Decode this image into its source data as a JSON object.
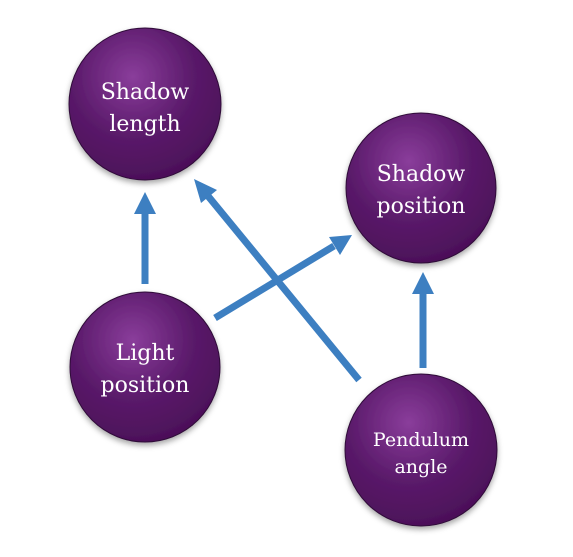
{
  "colors": {
    "node_fill": "#4a0f57",
    "node_highlight": "#8a3d9b",
    "node_edge": "#2f0838",
    "arrow": "#3d7fc1",
    "label": "#ffffff",
    "background": "#ffffff"
  },
  "nodes": {
    "shadow_length": {
      "line1": "Shadow",
      "line2": "length"
    },
    "shadow_position": {
      "line1": "Shadow",
      "line2": "position"
    },
    "light_position": {
      "line1": "Light",
      "line2": "position"
    },
    "pendulum_angle": {
      "line1": "Pendulum",
      "line2": "angle"
    }
  },
  "edges": [
    {
      "from": "light_position",
      "to": "shadow_length"
    },
    {
      "from": "light_position",
      "to": "shadow_position"
    },
    {
      "from": "pendulum_angle",
      "to": "shadow_length"
    },
    {
      "from": "pendulum_angle",
      "to": "shadow_position"
    }
  ]
}
